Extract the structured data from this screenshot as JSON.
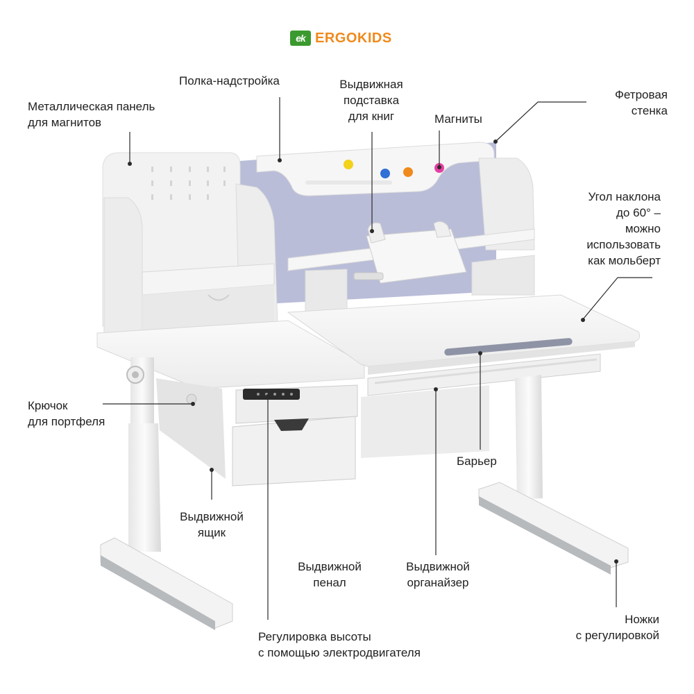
{
  "brand": {
    "badge": "ek",
    "name": "ERGOKIDS",
    "badge_color": "#3b9a2f",
    "name_color": "#f08a1c"
  },
  "labels": {
    "metal_panel": "Металлическая панель\nдля магнитов",
    "shelf": "Полка-надстройка",
    "book_stand": "Выдвижная\nподставка\nдля книг",
    "magnets": "Магниты",
    "felt_wall": "Фетровая\nстенка",
    "tilt": "Угол наклона\nдо 60° –\nможно\nиспользовать\nкак мольберт",
    "hook": "Крючок\nдля портфеля",
    "barrier": "Барьер",
    "drawer": "Выдвижной\nящик",
    "pencil_case": "Выдвижной\nпенал",
    "organizer": "Выдвижной\nорганайзер",
    "legs": "Ножки\nс регулировкой",
    "height_adjust": "Регулировка высоты\nс помощью электродвигателя"
  },
  "colors": {
    "desk_white": "#f4f4f4",
    "desk_shade": "#e2e2e2",
    "felt": "#b9bdd8",
    "frame_grey": "#d8d8d8",
    "foot_grey": "#b7babd",
    "line": "#2a2a2a",
    "magnets": [
      "#f2d21a",
      "#2f6fd6",
      "#f08a1c",
      "#e63fa3"
    ]
  }
}
